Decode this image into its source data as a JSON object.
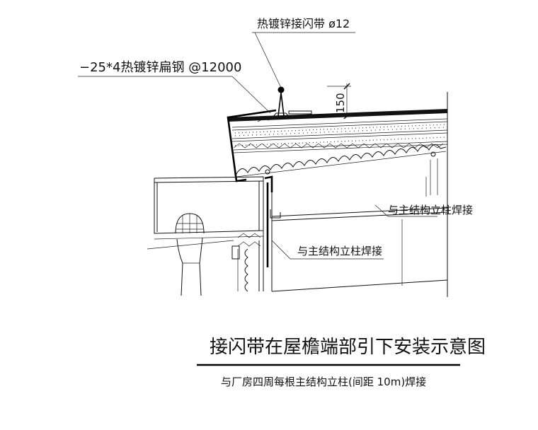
{
  "labels": {
    "air_terminal": "热镀锌接闪带 ø12",
    "flat_steel": "−25*4热镀锌扁钢 @12000",
    "dimension": "150",
    "weld_right": "与主结构立柱焊接",
    "weld_center": "与主结构立柱焊接"
  },
  "title": "接闪带在屋檐端部引下安装示意图",
  "subtitle": "与厂房四周每根主结构立柱(间距 10m)焊接"
}
